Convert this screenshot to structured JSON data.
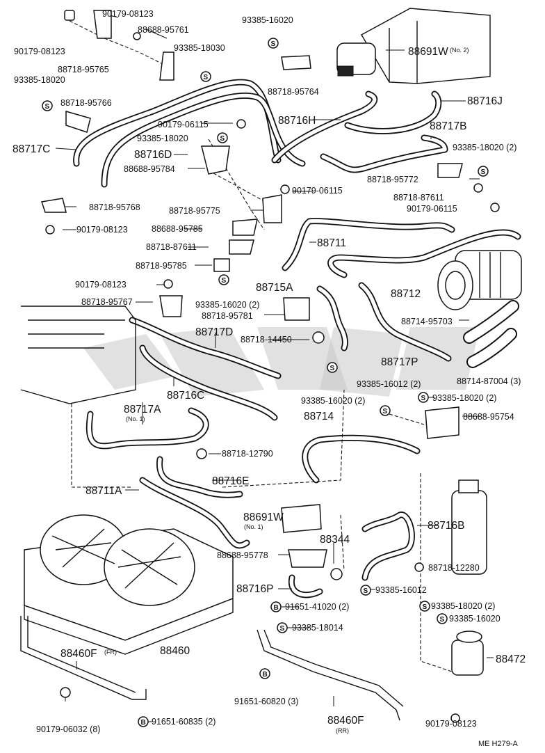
{
  "labels": {
    "l_90179_08123_a": "90179-08123",
    "l_88688_95761": "88688-95761",
    "l_90179_08123_b": "90179-08123",
    "l_93385_18030": "93385-18030",
    "l_88718_95765": "88718-95765",
    "l_93385_18020_a": "93385-18020",
    "l_88718_95766": "88718-95766",
    "l_93385_16020_top": "93385-16020",
    "l_88691W_2": "88691W",
    "l_88691W_2_note": "(No. 2)",
    "l_88718_95764": "88718-95764",
    "l_88716J": "88716J",
    "l_88716H": "88716H",
    "l_90179_06115_a": "90179-06115",
    "l_93385_18020_b": "93385-18020",
    "l_88717C": "88717C",
    "l_88716D": "88716D",
    "l_88688_95784": "88688-95784",
    "l_88717B": "88717B",
    "l_93385_18020_2a": "93385-18020 (2)",
    "l_88718_95772": "88718-95772",
    "l_88718_87611_a": "88718-87611",
    "l_90179_06115_b": "90179-06115",
    "l_90179_06115_c": "90179-06115",
    "l_88718_95768": "88718-95768",
    "l_88718_95775": "88718-95775",
    "l_90179_08123_c": "90179-08123",
    "l_88688_95785": "88688-95785",
    "l_88711": "88711",
    "l_88718_87611_b": "88718-87611",
    "l_88718_95785": "88718-95785",
    "l_90179_08123_d": "90179-08123",
    "l_88715A": "88715A",
    "l_88712": "88712",
    "l_88718_95767": "88718-95767",
    "l_93385_16020_2": "93385-16020 (2)",
    "l_88718_95781": "88718-95781",
    "l_88714_95703": "88714-95703",
    "l_88717D": "88717D",
    "l_88718_14450": "88718-14450",
    "l_88717P": "88717P",
    "l_88714_87004": "88714-87004 (3)",
    "l_88716C": "88716C",
    "l_93385_16012_2": "93385-16012 (2)",
    "l_88717A": "88717A",
    "l_88717A_note": "(No. 1)",
    "l_93385_16020_2b": "93385-16020 (2)",
    "l_93385_18020_2b": "93385-18020 (2)",
    "l_88714": "88714",
    "l_88688_95754": "88688-95754",
    "l_88718_12790": "88718-12790",
    "l_88716E": "88716E",
    "l_88711A": "88711A",
    "l_88691W_1": "88691W",
    "l_88691W_1_note": "(No. 1)",
    "l_88716B": "88716B",
    "l_88688_95778": "88688-95778",
    "l_88344": "88344",
    "l_88718_12280": "88718-12280",
    "l_88716P": "88716P",
    "l_93385_16012": "93385-16012",
    "l_91651_41020": "91651-41020 (2)",
    "l_93385_18020_2c": "93385-18020 (2)",
    "l_93385_16020_c": "93385-16020",
    "l_93385_18014": "93385-18014",
    "l_88460F_fr": "88460F",
    "l_88460F_fr_note": "(FR)",
    "l_88460": "88460",
    "l_88472": "88472",
    "l_91651_60820": "91651-60820 (3)",
    "l_88460F_rr": "88460F",
    "l_88460F_rr_note": "(RR)",
    "l_90179_06032": "90179-06032 (8)",
    "l_91651_60835": "91651-60835 (2)",
    "l_90179_08123_e": "90179-08123",
    "l_footer": "ME  H279-A"
  },
  "symbols": {
    "S": "S",
    "B": "B"
  }
}
